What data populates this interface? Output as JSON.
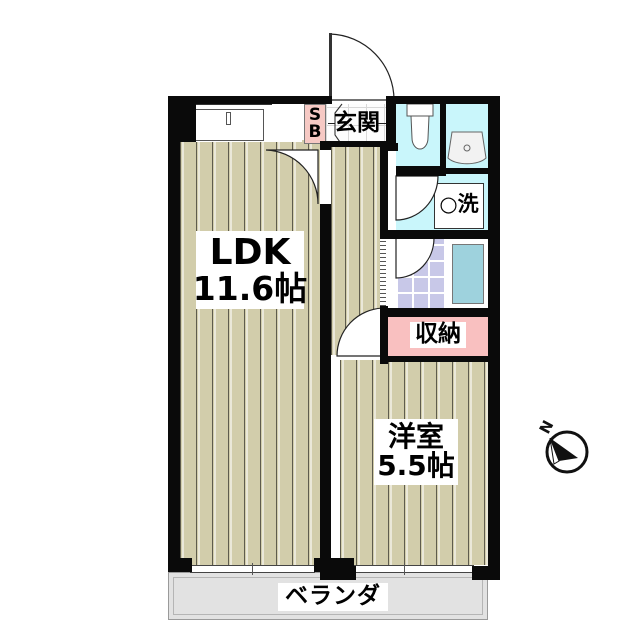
{
  "document": {
    "type": "floor-plan",
    "title": "",
    "background_color": "#ffffff"
  },
  "rooms": [
    {
      "id": "ldk",
      "name_line1": "LDK",
      "name_line2": "11.6帖",
      "area_jo": 11.6,
      "floor": "wood",
      "floor_color": "#d2cdab"
    },
    {
      "id": "bedroom",
      "name_line1": "洋室",
      "name_line2": "5.5帖",
      "area_jo": 5.5,
      "floor": "wood",
      "floor_color": "#d2cdab"
    },
    {
      "id": "entrance",
      "name_line1": "玄関",
      "floor": "tile",
      "floor_color": "#fdfdfd"
    },
    {
      "id": "closet",
      "name_line1": "収納",
      "floor": "closet",
      "floor_color": "#f9c0c0"
    },
    {
      "id": "shoe-box",
      "name_line1": "S",
      "name_line2": "B",
      "floor_color": "#f6c9c4"
    },
    {
      "id": "washer",
      "name_line1": "○洗",
      "floor_color": "#ffffff"
    },
    {
      "id": "veranda",
      "name_line1": "ベランダ",
      "floor_color": "#e2e2e2"
    }
  ],
  "labels": {
    "ldk_line1": "LDK",
    "ldk_line2": "11.6帖",
    "bedroom_line1": "洋室",
    "bedroom_line2": "5.5帖",
    "entrance": "玄関",
    "closet": "収納",
    "shoebox_line1": "S",
    "shoebox_line2": "B",
    "washer": "○洗",
    "veranda": "ベランダ"
  },
  "fixtures": [
    {
      "id": "kitchen-sink",
      "label": ""
    },
    {
      "id": "toilet",
      "label": ""
    },
    {
      "id": "wash-basin",
      "label": ""
    },
    {
      "id": "bathtub",
      "label": ""
    },
    {
      "id": "washing-machine-space",
      "label": "○洗"
    }
  ],
  "compass": {
    "letter": "N",
    "direction_degrees": 330
  },
  "colors": {
    "wall": "#0a0a0a",
    "wood_floor": "#d2cdab",
    "water_area": "#c9f6fb",
    "closet_pink": "#f9c0c0",
    "bath_tile": "#c8c8e8",
    "bathtub": "#9ed2dd",
    "veranda_gray": "#e2e2e2",
    "shoebox_pink": "#f6c9c4"
  }
}
